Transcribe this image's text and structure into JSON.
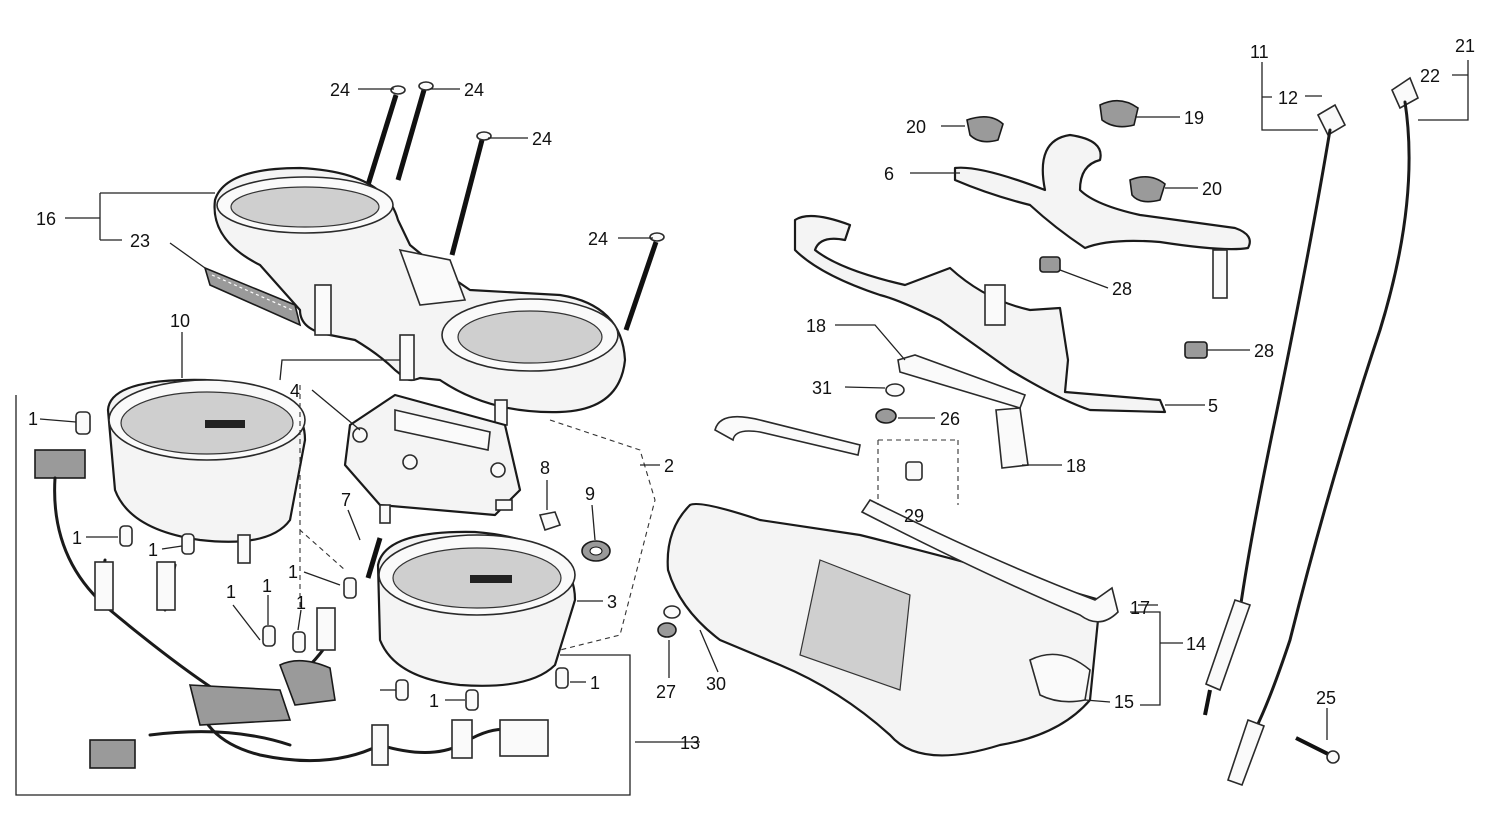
{
  "callouts": {
    "c1a": "1",
    "c1b": "1",
    "c1c": "1",
    "c1d": "1",
    "c1e": "1",
    "c1f": "1",
    "c1g": "1",
    "c1h": "1",
    "c2": "2",
    "c3": "3",
    "c4": "4",
    "c5": "5",
    "c6": "6",
    "c7": "7",
    "c8": "8",
    "c9": "9",
    "c10": "10",
    "c11": "11",
    "c12": "12",
    "c13": "13",
    "c14": "14",
    "c15": "15",
    "c16": "16",
    "c17": "17",
    "c18a": "18",
    "c18b": "18",
    "c19": "19",
    "c20a": "20",
    "c20b": "20",
    "c21": "21",
    "c22": "22",
    "c23": "23",
    "c24a": "24",
    "c24b": "24",
    "c24c": "24",
    "c24d": "24",
    "c25": "25",
    "c26": "26",
    "c27": "27",
    "c28a": "28",
    "c28b": "28",
    "c29": "29",
    "c30": "30",
    "c31": "31"
  },
  "icons": {
    "meter_unit_left": "speedometer",
    "meter_unit_right": "tachometer",
    "cable": "meter-cable"
  }
}
